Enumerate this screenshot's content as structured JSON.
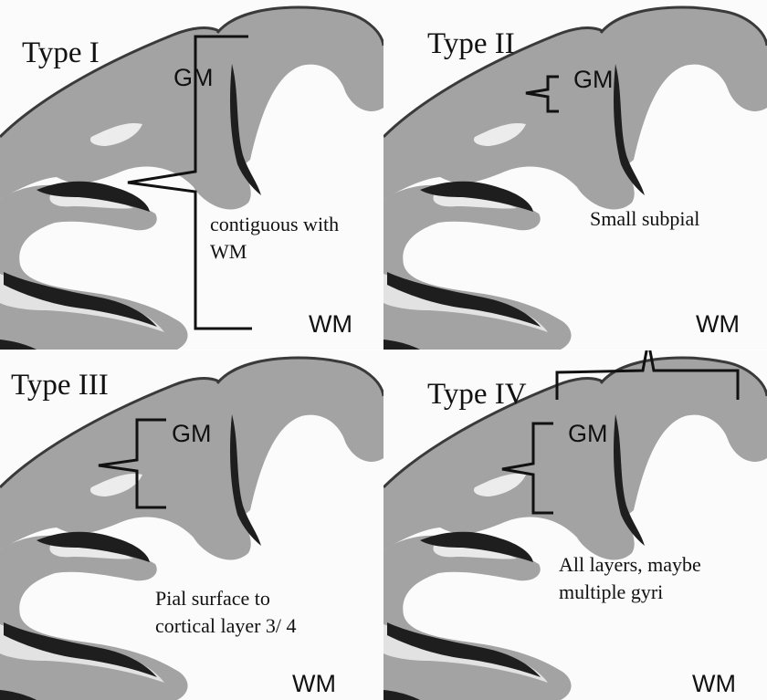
{
  "panels": [
    {
      "type": "Type I",
      "gm": "GM",
      "wm": "WM",
      "caption_lines": [
        "contiguous with",
        "WM"
      ]
    },
    {
      "type": "Type II",
      "gm": "GM",
      "wm": "WM",
      "caption_lines": [
        "Small subpial"
      ]
    },
    {
      "type": "Type III",
      "gm": "GM",
      "wm": "WM",
      "caption_lines": [
        "Pial surface to",
        "cortical layer 3/ 4"
      ]
    },
    {
      "type": "Type IV",
      "gm": "GM",
      "wm": "WM",
      "caption_lines": [
        "All layers, maybe",
        "multiple gyri"
      ]
    }
  ],
  "colors": {
    "gray_matter": "#a3a3a3",
    "white_matter": "#fbfbfb",
    "sulcus_dark": "#1e1e1e",
    "bracket": "#111111"
  }
}
